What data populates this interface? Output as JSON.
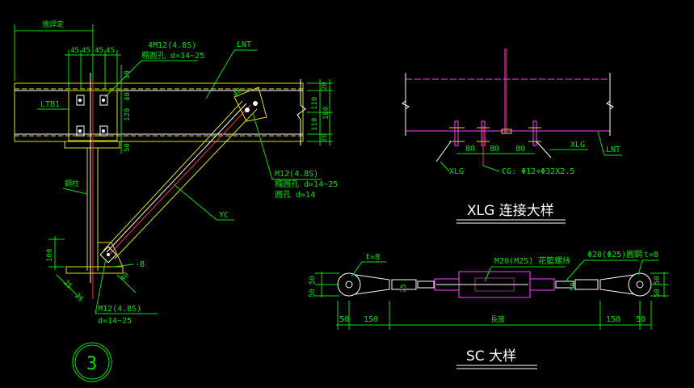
{
  "left_detail": {
    "top_dim": "施焊定",
    "dim_45": [
      "45",
      "45",
      "45",
      "45"
    ],
    "bolt_note_1": "4M12(4.8S)",
    "bolt_note_1b": "橢圓孔 d=14~25",
    "lnt_label": "LNT",
    "ltb_label": "LTB1",
    "right_dims": [
      "20",
      "110",
      "180",
      "110",
      "20"
    ],
    "left_dims": [
      "10",
      "40",
      "120",
      "50"
    ],
    "column_label": "鋼柱",
    "brace_label": "YC",
    "bolt_note_2": "M12(4.8S)",
    "bolt_note_2b": "橢圓孔 d=14~25",
    "bolt_note_2c": "圓孔 d=14",
    "dim_100": "100",
    "plate_t": "-8",
    "dim_25a": "25",
    "dim_25b": "25",
    "dim_40": "40",
    "bolt_note_3": "M12(4.8S)",
    "bolt_note_3b": "d=14~25",
    "detail_no": "3"
  },
  "xlg_detail": {
    "dims": [
      "80",
      "80",
      "80"
    ],
    "xlg_right": "XLG",
    "lnt": "LNT",
    "xlg_left": "XLG",
    "cg_note": "CG: Φ12+Φ32X2.5",
    "title": "XLG 连接大样"
  },
  "sc_detail": {
    "t_left": "t=8",
    "m20_note": "M20(M25) 花籃螺絲",
    "rod_note": "Φ20(Φ25)圓鋼",
    "t_right": "t=8",
    "left_dims": [
      "50",
      "50"
    ],
    "right_dims": [
      "50",
      "50"
    ],
    "mid_50": "50",
    "dim_25": "25",
    "bottom_dims": [
      "50",
      "150",
      "150",
      "50"
    ],
    "span_label": "長度",
    "title": "SC 大样"
  },
  "colors": {
    "green": "#00e000",
    "white": "#ffffff",
    "yellow": "#e0e000",
    "magenta": "#ff40ff",
    "red": "#ff3030"
  }
}
